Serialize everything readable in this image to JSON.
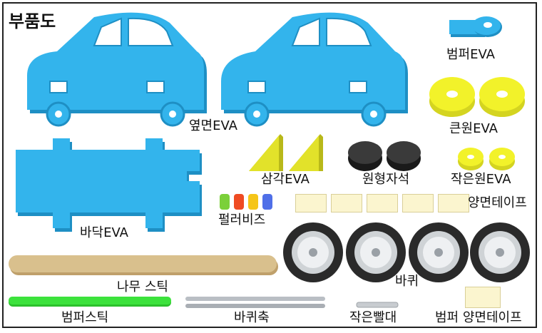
{
  "title": "부품도",
  "labels": {
    "side_eva": "옆면EVA",
    "bumper_eva": "범퍼EVA",
    "big_circle_eva": "큰원EVA",
    "triangle_eva": "삼각EVA",
    "circle_magnet": "원형자석",
    "small_circle_eva": "작은원EVA",
    "bottom_eva": "바닥EVA",
    "pearl_beads": "펄러비즈",
    "double_tape": "양면테이프",
    "wood_stick": "나무 스틱",
    "wheel": "바퀴",
    "bumper_stick": "범퍼스틱",
    "axle": "바퀴축",
    "small_straw": "작은빨대",
    "bumper_double_tape": "범퍼 양면테이프"
  },
  "colors": {
    "eva_blue": "#33b4ec",
    "eva_yellow": "#f2f22a",
    "magnet": "#2b2b2b",
    "stick_wood": "#d9c08d",
    "bumper_stick": "#3ce23c",
    "axle": "#b9bec4",
    "tape": "#fbf5cf",
    "beads": [
      "#7bd03a",
      "#ef4b23",
      "#f5c518",
      "#4f6fe8"
    ]
  }
}
